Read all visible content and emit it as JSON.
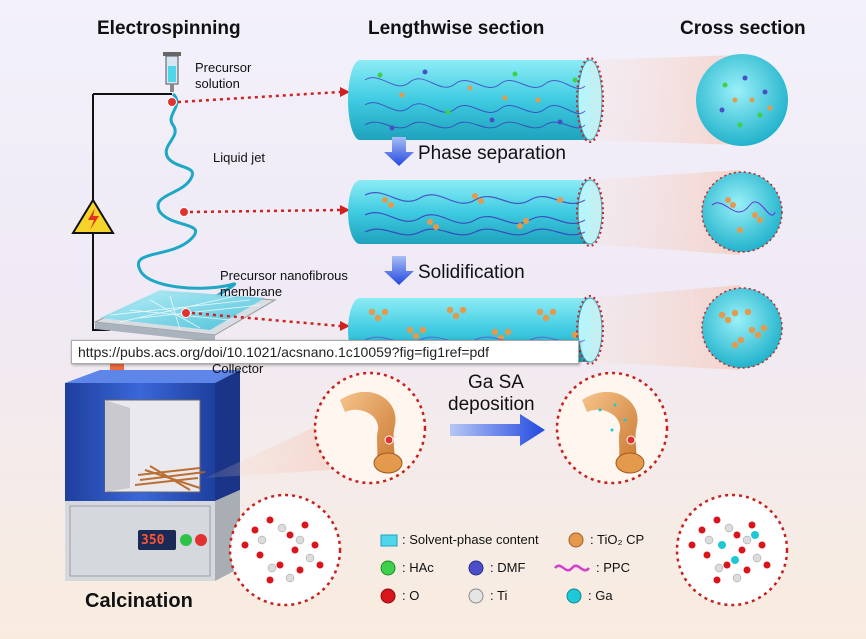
{
  "headers": {
    "electrospinning": "Electrospinning",
    "lengthwise": "Lengthwise section",
    "cross": "Cross section",
    "calcination": "Calcination"
  },
  "labels": {
    "precursor_solution_1": "Precursor",
    "precursor_solution_2": "solution",
    "liquid_jet": "Liquid jet",
    "membrane_1": "Precursor nanofibrous",
    "membrane_2": "membrane",
    "collector": "Collector",
    "phase_separation": "Phase separation",
    "solidification": "Solidification",
    "ga_sa_1": "Ga SA",
    "ga_sa_2": "deposition",
    "furnace_display": "350"
  },
  "tooltip": "https://pubs.acs.org/doi/10.1021/acsnano.1c10059?fig=fig1ref=pdf",
  "legend": [
    {
      "text": ": Solvent-phase content",
      "color": "#4fd6ea",
      "shape": "rect"
    },
    {
      "text": ": TiO₂ CP",
      "color": "#e49a4c",
      "shape": "ball"
    },
    {
      "text": ": HAc",
      "color": "#3dd14b",
      "shape": "ball"
    },
    {
      "text": ": DMF",
      "color": "#4a4fc8",
      "shape": "ball"
    },
    {
      "text": ": PPC",
      "color": "#d43fd0",
      "shape": "wave"
    },
    {
      "text": ": O",
      "color": "#d9141a",
      "shape": "ball"
    },
    {
      "text": ": Ti",
      "color": "#e5e5e5",
      "shape": "ball"
    },
    {
      "text": ": Ga",
      "color": "#1ec8d6",
      "shape": "ball"
    }
  ],
  "colors": {
    "fiber": "#4ad2e6",
    "fiber_dark": "#2ab3cc",
    "dotted_line": "#d0201f",
    "arrow": "#2f59e0",
    "oven": "#2c57c8"
  }
}
